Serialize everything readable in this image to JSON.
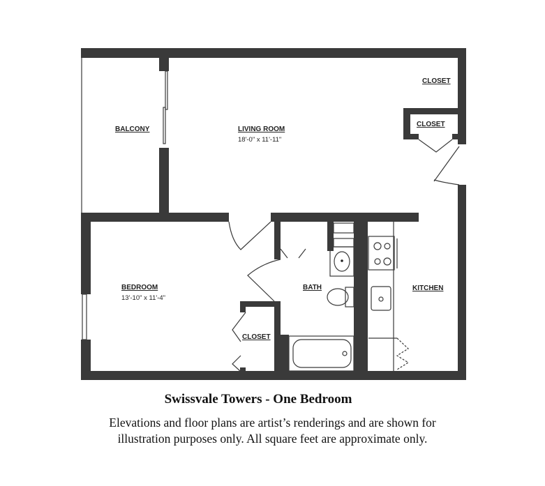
{
  "plan": {
    "rooms": {
      "balcony": "BALCONY",
      "living_room": "LIVING ROOM",
      "living_room_dim": "18'-0\" x 11'-11\"",
      "closet_top": "CLOSET",
      "closet_entry": "CLOSET",
      "bedroom": "BEDROOM",
      "bedroom_dim": "13'-10\" x 11'-4\"",
      "bath": "BATH",
      "kitchen": "KITCHEN",
      "closet_bedroom": "CLOSET"
    },
    "wall_color": "#3a3a3a"
  },
  "caption": {
    "title": "Swissvale Towers - One Bedroom",
    "disclaimer_line1": "Elevations and floor plans are artist’s renderings and are shown for",
    "disclaimer_line2": "illustration purposes only. All square feet are approximate only."
  }
}
